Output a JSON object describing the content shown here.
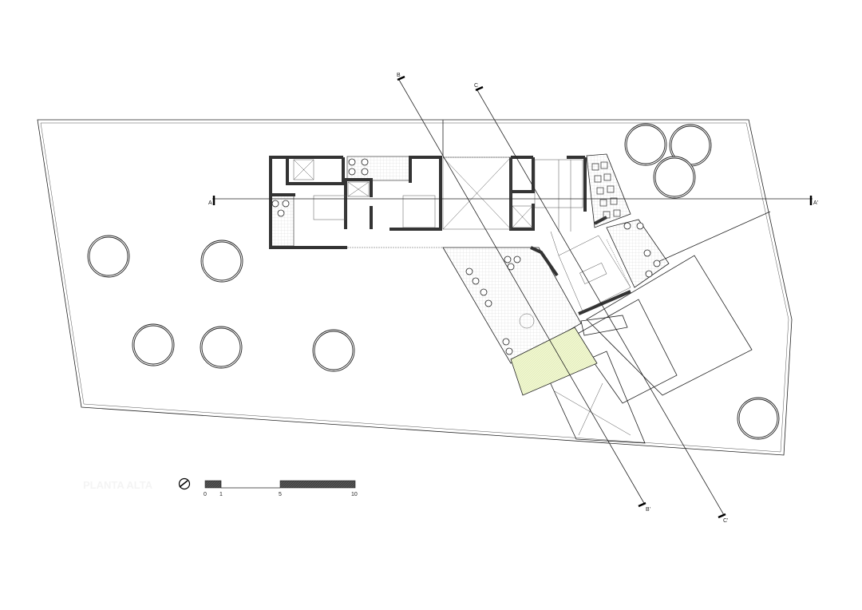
{
  "drawing": {
    "title": "PLANTA ALTA",
    "sections": {
      "a_start": "A",
      "a_end": "A'",
      "b_start": "B",
      "b_end": "B'",
      "c_start": "C",
      "c_end": "C'"
    },
    "scale_bar": {
      "labels": [
        "0",
        "1",
        "5",
        "10"
      ]
    },
    "colors": {
      "lines": "#222222",
      "walls": "#333333",
      "lawn": "#eef5cf",
      "paving_grid": "#d8d8d8"
    },
    "icons": [
      "north-arrow-icon",
      "tree-symbol",
      "plant-symbol"
    ]
  }
}
